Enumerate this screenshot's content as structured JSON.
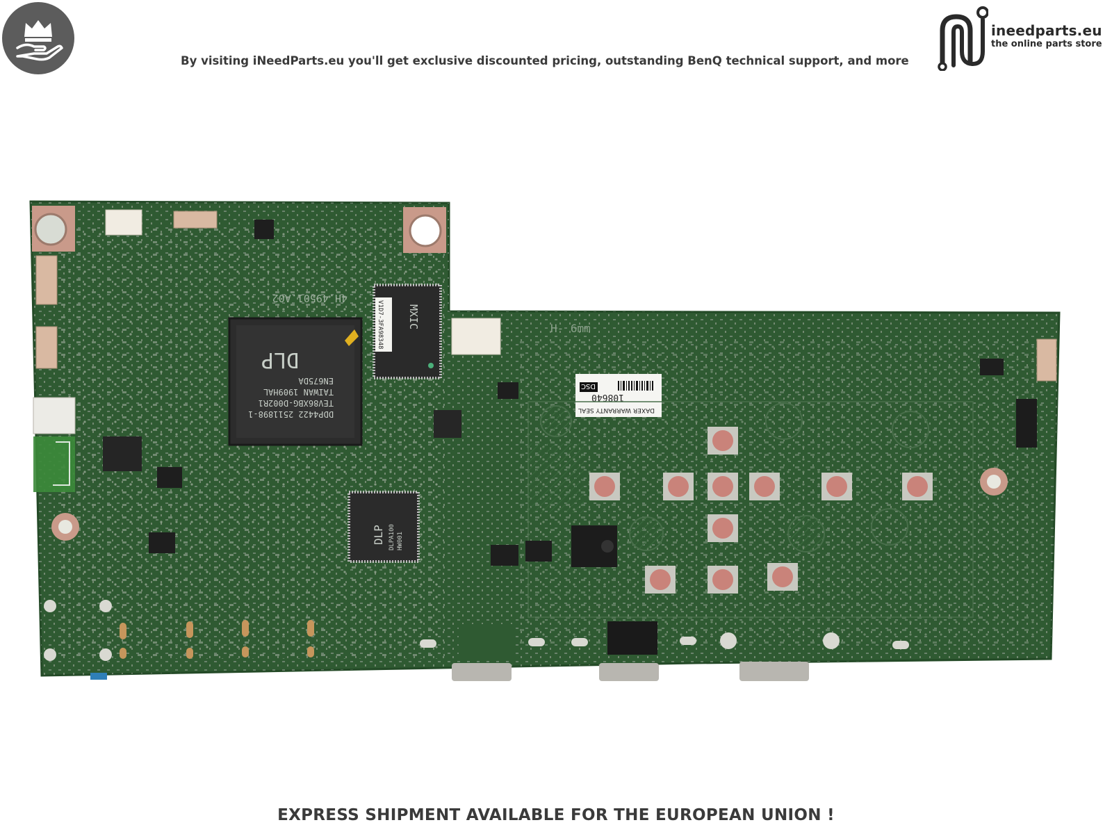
{
  "header": {
    "tagline": "By visiting iNeedParts.eu you'll get exclusive discounted pricing, outstanding BenQ technical support, and more"
  },
  "brand": {
    "name": "ineedparts.eu",
    "subtitle": "the online parts store",
    "badge_icon": "crown-hand-icon",
    "logo_icon": "circuit-n-icon",
    "badge_color": "#5c5c5c"
  },
  "board": {
    "pcb_color": "#2f5a32",
    "pad_color": "#c99a8a",
    "button_color": "#c9837a",
    "silkscreen": {
      "board_code": "4H.49501.A02",
      "height_note": "H- 6mm",
      "sticker_label": "V1D7-3FA98348",
      "main_chip": [
        "DLP",
        "DDP4422 2511898-1",
        "TEV86XBG-D002R1",
        "TAIWAN 1909HAL",
        "EN675DA"
      ],
      "small_chip": [
        "DLP",
        "DLPA100",
        "HW001"
      ],
      "memory_chip": "MXIC",
      "warranty_seal_title": "DAXER WARRANTY SEAL",
      "warranty_seal_code": "108640",
      "warranty_seal_mark": "DSC"
    }
  },
  "footer": {
    "notice": "EXPRESS SHIPMENT AVAILABLE FOR THE EUROPEAN UNION !"
  }
}
